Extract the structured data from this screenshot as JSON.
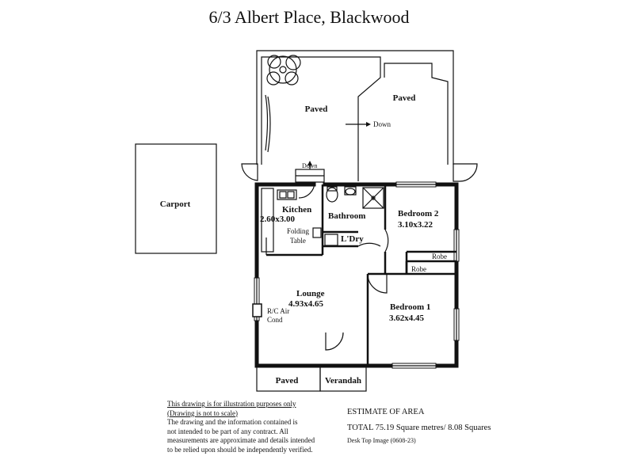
{
  "title": "6/3 Albert Place, Blackwood",
  "rooms": {
    "paved_left": "Paved",
    "paved_right": "Paved",
    "down_1": "Down",
    "down_2": "Down",
    "carport": "Carport",
    "kitchen_name": "Kitchen",
    "kitchen_size": "2.60x3.00",
    "folding_table_1": "Folding",
    "folding_table_2": "Table",
    "bathroom": "Bathroom",
    "laundry": "L'Dry",
    "bedroom2_name": "Bedroom 2",
    "bedroom2_size": "3.10x3.22",
    "robe_1": "Robe",
    "robe_2": "Robe",
    "lounge_name": "Lounge",
    "lounge_size": "4.93x4.65",
    "aircon_1": "R/C Air",
    "aircon_2": "Cond",
    "bedroom1_name": "Bedroom 1",
    "bedroom1_size": "3.62x4.45",
    "paved_bottom": "Paved",
    "verandah": "Verandah"
  },
  "disclaimer": [
    "This drawing is for illustration purposes only",
    "(Drawing is not to scale)",
    "The drawing and the information contained is",
    "not intended to be part of any contract.  All",
    "measurements are approximate and details intended",
    "to be relied upon should be independently verified."
  ],
  "area": {
    "heading": "ESTIMATE OF AREA",
    "total": "TOTAL  75.19 Square metres/ 8.08 Squares",
    "credit": "Desk Top Image (0608-23)"
  }
}
